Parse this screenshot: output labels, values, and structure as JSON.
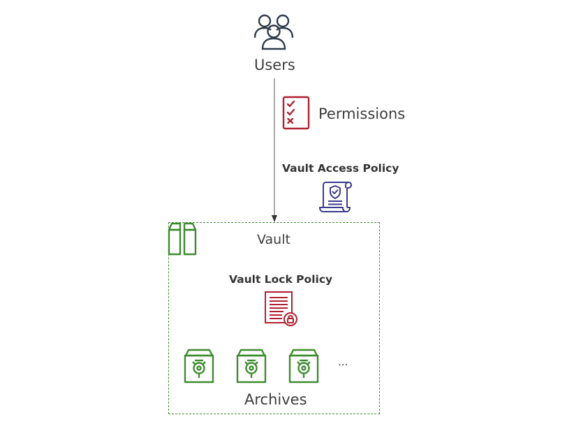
{
  "users": {
    "label": "Users",
    "icon": "users-icon"
  },
  "permissions": {
    "label": "Permissions",
    "icon": "checklist-icon",
    "color": "#b0202e"
  },
  "access_policy": {
    "label": "Vault Access Policy",
    "icon": "policy-scroll-icon",
    "color": "#3b3a8c"
  },
  "vault": {
    "label": "Vault",
    "icon": "vault-icon",
    "border_color": "#3d8b2f"
  },
  "lock_policy": {
    "label": "Vault Lock Policy",
    "icon": "locked-document-icon",
    "color": "#b0202e"
  },
  "archives": {
    "label": "Archives",
    "items": [
      "archive",
      "archive",
      "archive"
    ],
    "ellipsis": "...",
    "color": "#3d8b2f"
  }
}
